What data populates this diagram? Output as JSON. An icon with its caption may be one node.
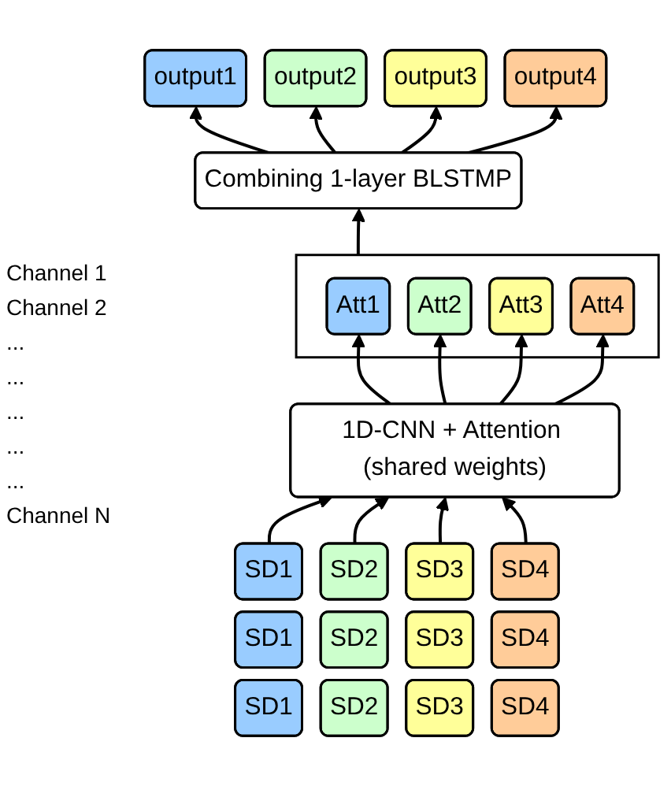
{
  "diagram": {
    "nodes": [
      {
        "text": [
          "output1"
        ]
      },
      {
        "text": [
          "output2"
        ]
      },
      {
        "text": [
          "output3"
        ]
      },
      {
        "text": [
          "output4"
        ]
      },
      {
        "text": [
          "Combining 1-layer BLSTMP"
        ]
      },
      {
        "text": [],
        "shape": "box"
      },
      {
        "text": [
          "Att1"
        ],
        "in": 5
      },
      {
        "text": [
          "Att2"
        ],
        "in": 5
      },
      {
        "text": [
          "Att3"
        ],
        "in": 5
      },
      {
        "text": [
          "Att4"
        ],
        "in": 5
      },
      {
        "text": [
          "1D-CNN + Attention (shared weights)"
        ]
      },
      {
        "text": [
          "SD1"
        ]
      },
      {
        "text": [
          "SD2"
        ]
      },
      {
        "text": [
          "SD3"
        ]
      },
      {
        "text": [
          "SD4"
        ]
      },
      {
        "text": [
          "SD1"
        ]
      },
      {
        "text": [
          "SD2"
        ]
      },
      {
        "text": [
          "SD3"
        ]
      },
      {
        "text": [
          "SD4"
        ]
      },
      {
        "text": [
          "SD1"
        ]
      },
      {
        "text": [
          "SD2"
        ]
      },
      {
        "text": [
          "SD3"
        ]
      },
      {
        "text": [
          "SD4"
        ]
      }
    ],
    "edges": [
      {
        "from": 4,
        "to": 0,
        "arrow": "to"
      },
      {
        "from": 4,
        "to": 1,
        "arrow": "to"
      },
      {
        "from": 4,
        "to": 2,
        "arrow": "to"
      },
      {
        "from": 4,
        "to": 3,
        "arrow": "to"
      },
      {
        "from": 5,
        "to": 4,
        "arrow": "to"
      },
      {
        "from": 10,
        "to": 6,
        "arrow": "to"
      },
      {
        "from": 10,
        "to": 7,
        "arrow": "to"
      },
      {
        "from": 10,
        "to": 8,
        "arrow": "to"
      },
      {
        "from": 10,
        "to": 9,
        "arrow": "to"
      },
      {
        "from": 11,
        "to": 10,
        "arrow": "to"
      },
      {
        "from": 12,
        "to": 10,
        "arrow": "to"
      },
      {
        "from": 13,
        "to": 10,
        "arrow": "to"
      },
      {
        "from": 14,
        "to": 10,
        "arrow": "to"
      }
    ],
    "labels": [
      "Channel 1",
      "Channel 2",
      "...",
      "...",
      "...",
      "...",
      "...",
      "Channel N"
    ]
  }
}
